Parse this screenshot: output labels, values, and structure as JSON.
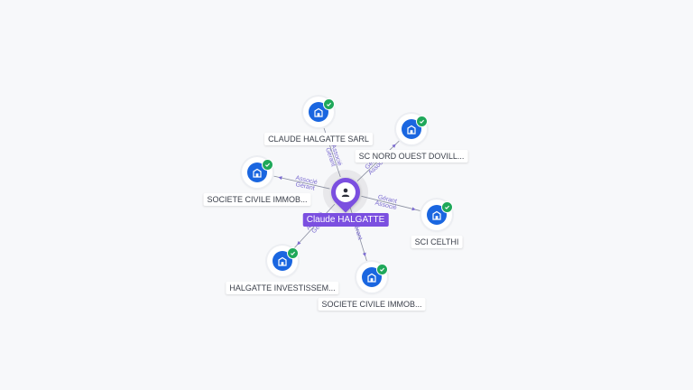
{
  "colors": {
    "company": "#1a66e0",
    "verified": "#1fa85a",
    "person": "#7b4fe0",
    "edge": "#8a8fa0",
    "edge_label": "#7a6ad0"
  },
  "icons": {
    "company": "building-icon",
    "person": "person-icon",
    "verified": "check-icon"
  },
  "center": {
    "label": "Claude HALGATTE"
  },
  "nodes": [
    {
      "id": "claude-halgatte-sarl",
      "label": "CLAUDE HALGATTE SARL",
      "roles": [
        "Gérant",
        "Associé"
      ]
    },
    {
      "id": "sc-nord-ouest",
      "label": "SC NORD OUEST DOVILL...",
      "roles": [
        "Gérant",
        "Associé"
      ]
    },
    {
      "id": "societe-civile-1",
      "label": "SOCIETE CIVILE IMMOB...",
      "roles": [
        "Gérant",
        "Associé"
      ]
    },
    {
      "id": "sci-celthi",
      "label": "SCI CELTHI",
      "roles": [
        "Gérant",
        "Associé"
      ]
    },
    {
      "id": "halgatte-investissem",
      "label": "HALGATTE INVESTISSEM...",
      "roles": [
        "Gérant",
        "Associé"
      ]
    },
    {
      "id": "societe-civile-2",
      "label": "SOCIETE CIVILE IMMOB...",
      "roles": [
        "Gérant"
      ]
    }
  ]
}
